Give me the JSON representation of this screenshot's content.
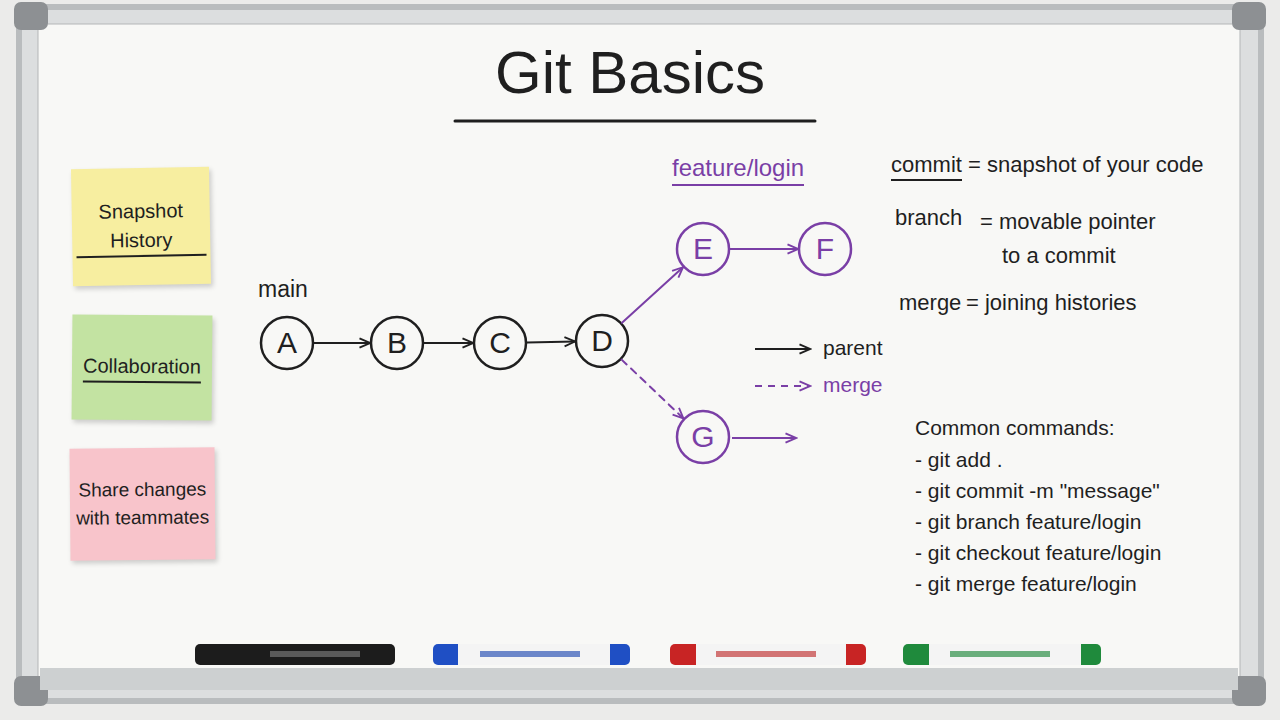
{
  "diagram": {
    "title": "Git Basics",
    "nodes": [
      {
        "text": [
          "Snapshot History"
        ]
      },
      {
        "text": [
          "Collaboration"
        ]
      },
      {
        "text": [
          "Share changes with teammates"
        ]
      },
      {
        "text": [
          "A"
        ]
      },
      {
        "text": [
          "B"
        ]
      },
      {
        "text": [
          "C"
        ]
      },
      {
        "text": [
          "D"
        ]
      },
      {
        "text": [
          "E"
        ]
      },
      {
        "text": [
          "F"
        ]
      },
      {
        "text": [
          "G"
        ]
      }
    ],
    "edges": [
      {
        "from": 3,
        "to": 4,
        "arrow": "to"
      },
      {
        "from": 4,
        "to": 5,
        "arrow": "to"
      },
      {
        "from": 5,
        "to": 6,
        "arrow": "to"
      },
      {
        "from": 6,
        "to": 7,
        "arrow": "to"
      },
      {
        "from": 7,
        "to": 8,
        "arrow": "to"
      },
      {
        "from": 6,
        "to": 9,
        "arrow": "to"
      }
    ],
    "labels": [
      "main",
      "feature/login",
      "commit",
      "= snapshot of your code",
      "branch",
      "= movable pointer to a commit",
      "merge",
      "= joining histories",
      "Common commands:",
      "- git add .",
      "- git commit -m \"message\"",
      "- git branch feature/login",
      "- git checkout feature/login",
      "- git merge feature/login"
    ],
    "legend": [
      {
        "text": "parent"
      },
      {
        "text": "merge"
      }
    ]
  }
}
